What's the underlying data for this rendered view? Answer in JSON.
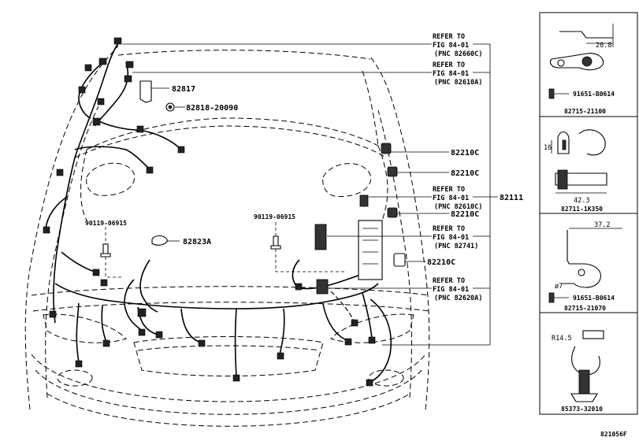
{
  "callouts": {
    "refer_1": {
      "line1": "REFER TO",
      "line2": "FIG 84-01",
      "line3": "(PNC 82660C)"
    },
    "refer_2": {
      "line1": "REFER TO",
      "line2": "FIG 84-01",
      "line3": "(PNC 82610A)"
    },
    "refer_3": {
      "line1": "REFER TO",
      "line2": "FIG 84-01",
      "line3": "(PNC 82610C)"
    },
    "refer_4": {
      "line1": "REFER TO",
      "line2": "FIG 84-01",
      "line3": "(PNC 82741)"
    },
    "refer_5": {
      "line1": "REFER TO",
      "line2": "FIG 84-01",
      "line3": "(PNC 82620A)"
    },
    "part_82817": "82817",
    "part_82818": "82818-20090",
    "part_82210c_1": "82210C",
    "part_82210c_2": "82210C",
    "part_82210c_3": "82210C",
    "part_82210c_4": "82210C",
    "part_82111": "82111",
    "part_90119_left": "90119-06915",
    "part_90119_right": "90119-06915",
    "part_82823a": "82823A"
  },
  "side_panel": {
    "box1": {
      "dim": "20.8",
      "bolt": "91651-B0614",
      "part": "82715-21100"
    },
    "box2": {
      "dim_h": "16",
      "dim_w": "42.3",
      "part": "82711-1K350"
    },
    "box3": {
      "dim": "37.2",
      "dim_phi": "ø7",
      "bolt": "91651-B0614",
      "part": "82715-21070"
    },
    "box4": {
      "dim": "R14.5",
      "part": "85373-32010"
    }
  },
  "figure_id": "821056F"
}
